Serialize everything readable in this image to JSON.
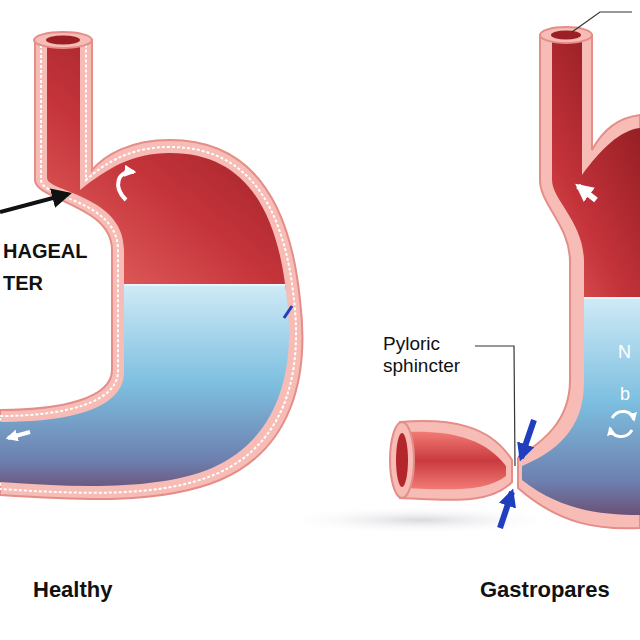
{
  "diagram": {
    "labels": [
      "HAGEAL",
      "TER",
      "Pyloric sphincter",
      "N",
      "b",
      "Healthy",
      "Gastropares"
    ]
  }
}
